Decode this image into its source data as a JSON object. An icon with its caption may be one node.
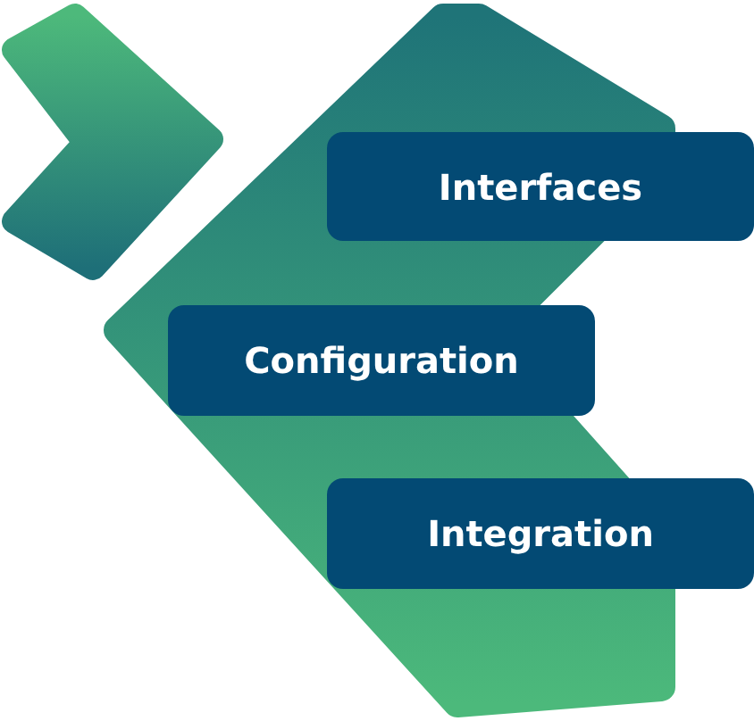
{
  "diagram": {
    "nodes": [
      {
        "text": [
          "Interfaces"
        ]
      },
      {
        "text": [
          "Configuration"
        ]
      },
      {
        "text": [
          "Integration"
        ]
      }
    ]
  }
}
